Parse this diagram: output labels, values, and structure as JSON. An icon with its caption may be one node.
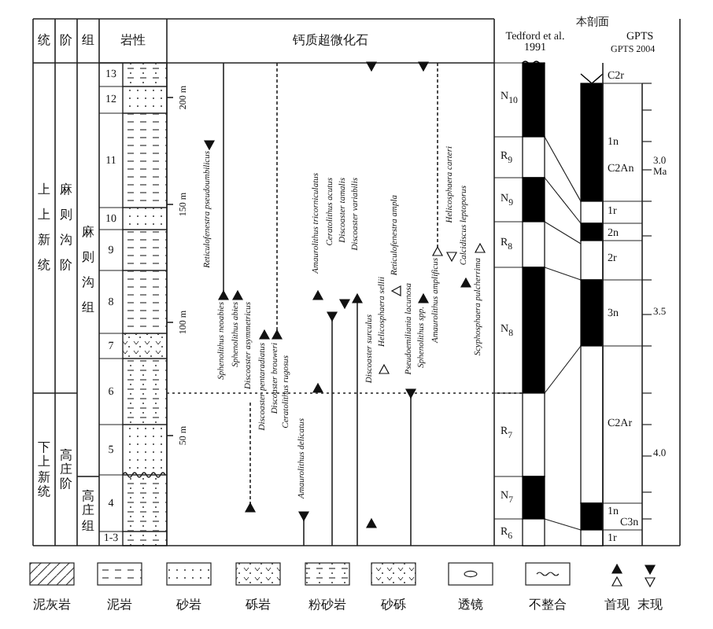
{
  "diagram": {
    "labels": [
      "统",
      "阶",
      "组",
      "岩性",
      "钙质超微化石",
      "Tedford et al. 1991",
      "本剖面",
      "GPTS",
      "GPTS 2004",
      "上上新统",
      "麻则沟阶",
      "麻则沟组",
      "下上新统",
      "高庄阶",
      "高庄组",
      "13",
      "12",
      "11",
      "10",
      "9",
      "8",
      "7",
      "6",
      "5",
      "4",
      "1-3",
      "200 m",
      "150 m",
      "100 m",
      "50 m",
      "Reticulofenestra pseudoumbilicus",
      "Sphenolithus neoabies",
      "Sphenolithus abies",
      "Discoaster asymmetricus",
      "Discoaster pentaradiatus",
      "Discoaster brouweri",
      "Ceratolithus rugosus",
      "Amaurolithus delicatus",
      "Amaurolithus tricorniculatus",
      "Ceratolithus acutus",
      "Discoaster tamalis",
      "Discoaster variabilis",
      "Discoaster surculus",
      "Helicosphaera sellii",
      "Reticulofenestra ampla",
      "Pseudoemiliania lacunosa",
      "Sphenolithus spp.",
      "Amaurolithus amplificus",
      "Helicosphaera carteri",
      "Calcidiscus leptoporus",
      "Scyphosphaera pulcherrima",
      "N$_{10}$",
      "R$_{9}$",
      "N$_{9}$",
      "R$_{8}$",
      "N$_{8}$",
      "R$_{7}$",
      "N$_{7}$",
      "R$_{6}$",
      "C2r",
      "1n",
      "C2An",
      "1r",
      "2n",
      "2r",
      "3n",
      "C2Ar",
      "1n",
      "C3n",
      "1r",
      "3.0 Ma",
      "3.5",
      "4.0"
    ],
    "legend": [
      {
        "text": "泥灰岩"
      },
      {
        "text": "泥岩"
      },
      {
        "text": "砂岩"
      },
      {
        "text": "砾岩"
      },
      {
        "text": "粉砂岩"
      },
      {
        "text": "砂砾"
      },
      {
        "text": "透镜"
      },
      {
        "text": "不整合"
      },
      {
        "text": "首现"
      },
      {
        "text": "末现"
      }
    ]
  }
}
